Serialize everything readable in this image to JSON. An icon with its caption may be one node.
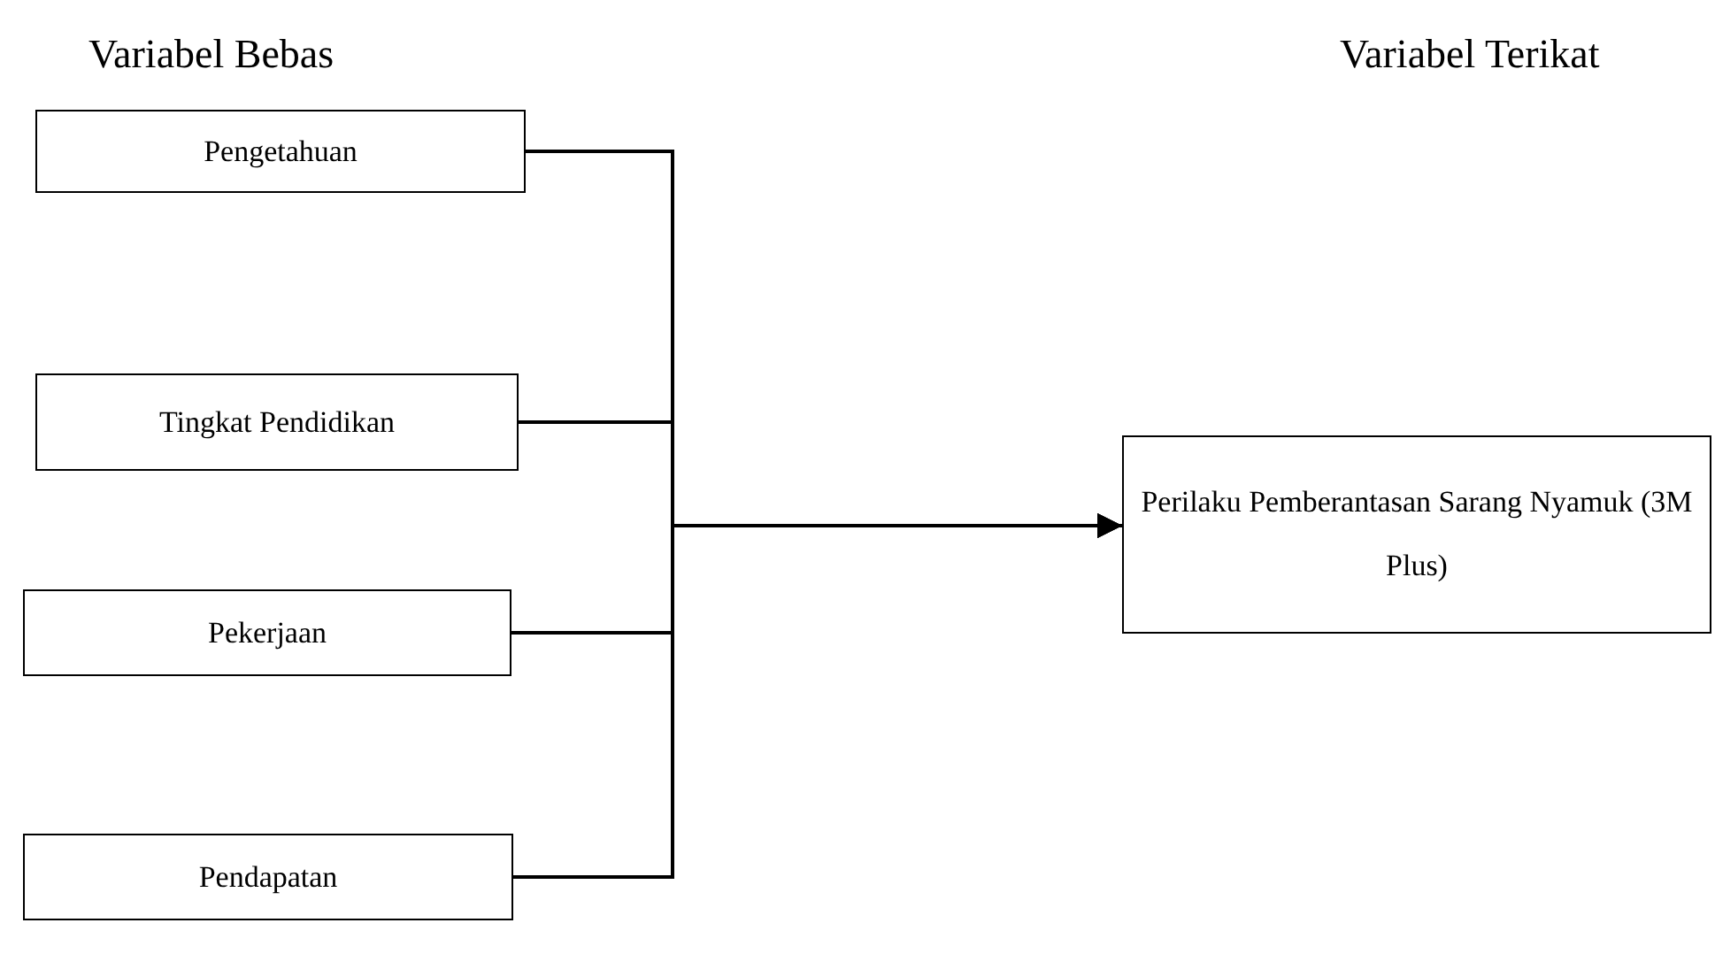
{
  "diagram": {
    "nodes": [
      {
        "text": [
          "Pengetahuan"
        ]
      },
      {
        "text": [
          "Tingkat Pendidikan"
        ]
      },
      {
        "text": [
          "Pekerjaan"
        ]
      },
      {
        "text": [
          "Pendapatan"
        ]
      },
      {
        "text": [
          "Perilaku Pemberantasan Sarang Nyamuk (3M Plus)"
        ]
      }
    ],
    "edges": [
      {
        "from": 0,
        "to": 4,
        "arrow": "to"
      },
      {
        "from": 1,
        "to": 4,
        "arrow": "to"
      },
      {
        "from": 2,
        "to": 4,
        "arrow": "to"
      },
      {
        "from": 3,
        "to": 4,
        "arrow": "to"
      }
    ],
    "labels": [
      "Variabel Bebas",
      "Variabel Terikat"
    ]
  }
}
